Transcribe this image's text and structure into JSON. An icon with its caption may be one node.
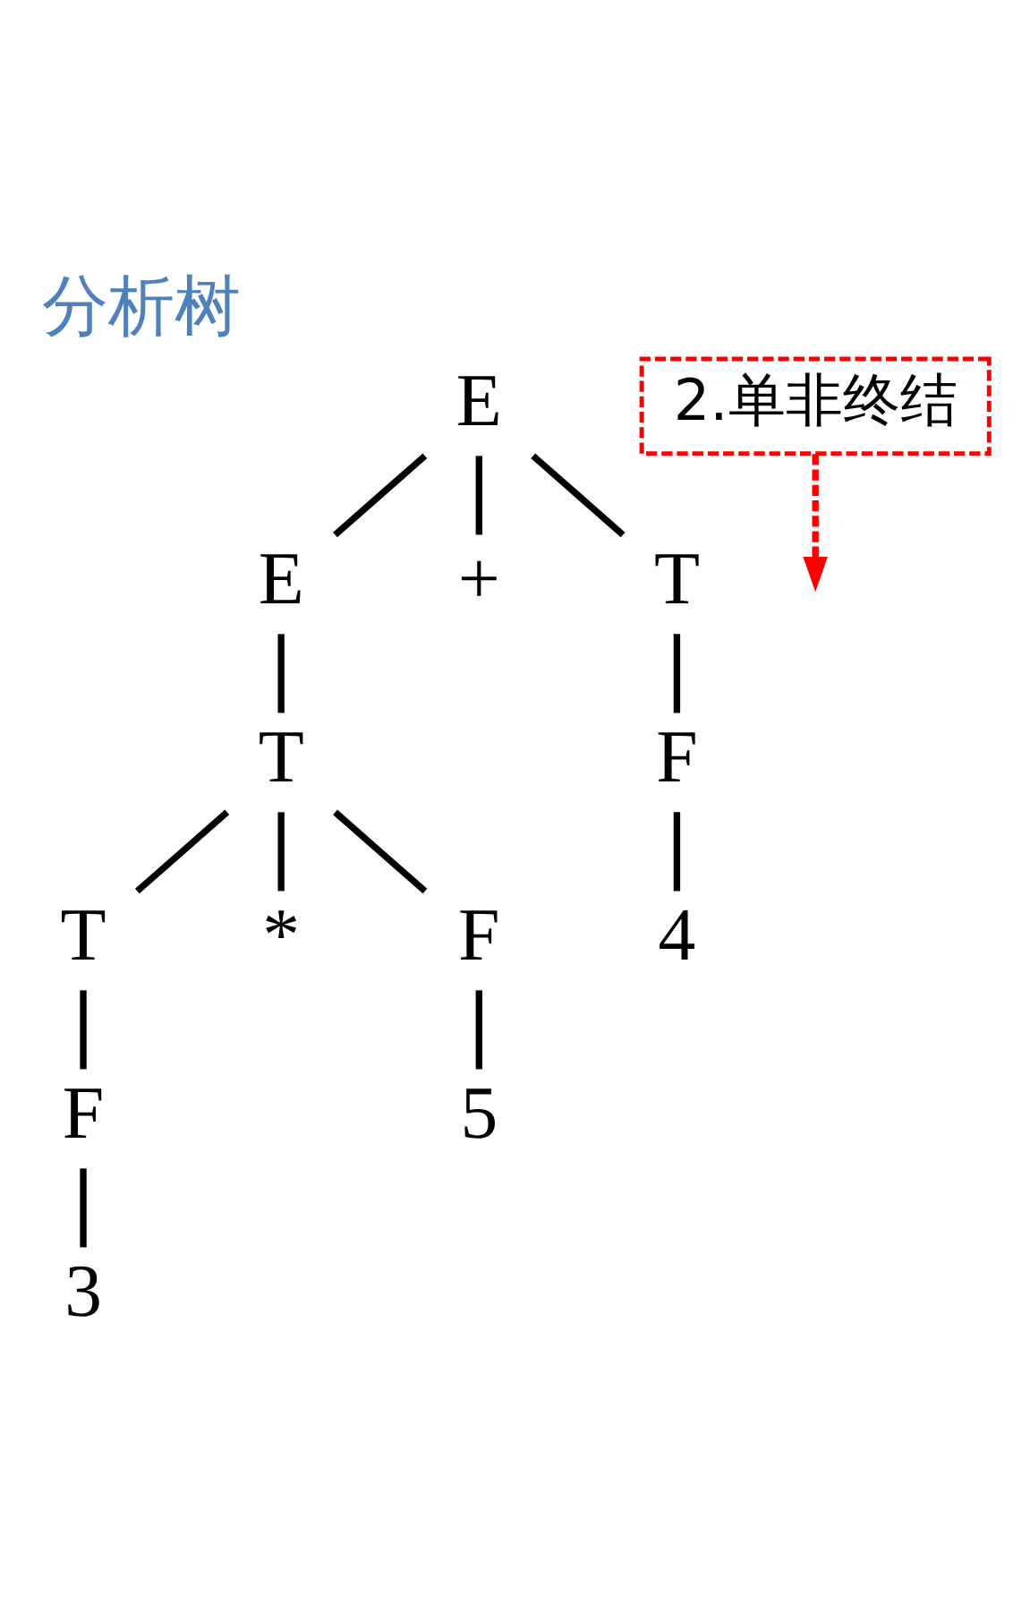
{
  "diagram": {
    "title": "分析树",
    "nodes": [
      {
        "text": [
          "E"
        ]
      },
      {
        "text": [
          "E"
        ]
      },
      {
        "text": [
          "+"
        ]
      },
      {
        "text": [
          "T"
        ]
      },
      {
        "text": [
          "T"
        ]
      },
      {
        "text": [
          "F"
        ]
      },
      {
        "text": [
          "4"
        ]
      },
      {
        "text": [
          "T"
        ]
      },
      {
        "text": [
          "*"
        ]
      },
      {
        "text": [
          "F"
        ]
      },
      {
        "text": [
          "F"
        ]
      },
      {
        "text": [
          "5"
        ]
      },
      {
        "text": [
          "3"
        ]
      },
      {
        "text": [
          "2.单非终结"
        ]
      }
    ],
    "edges": [
      {
        "from": 0,
        "to": 1,
        "arrow": "none"
      },
      {
        "from": 0,
        "to": 2,
        "arrow": "none"
      },
      {
        "from": 0,
        "to": 3,
        "arrow": "none"
      },
      {
        "from": 1,
        "to": 4,
        "arrow": "none"
      },
      {
        "from": 3,
        "to": 5,
        "arrow": "none"
      },
      {
        "from": 5,
        "to": 6,
        "arrow": "none"
      },
      {
        "from": 4,
        "to": 7,
        "arrow": "none"
      },
      {
        "from": 4,
        "to": 8,
        "arrow": "none"
      },
      {
        "from": 4,
        "to": 9,
        "arrow": "none"
      },
      {
        "from": 7,
        "to": 10,
        "arrow": "none"
      },
      {
        "from": 9,
        "to": 11,
        "arrow": "none"
      },
      {
        "from": 10,
        "to": 12,
        "arrow": "none"
      },
      {
        "from": 13,
        "to": null,
        "arrow": "to",
        "style": "dashed",
        "color": "#ff0000"
      }
    ]
  }
}
